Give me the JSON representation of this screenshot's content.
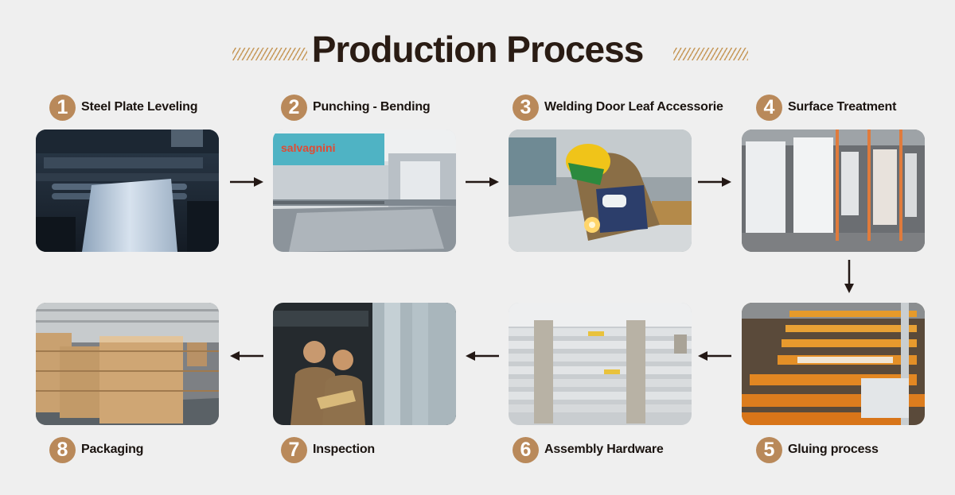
{
  "header": {
    "title": "Production Process"
  },
  "steps": [
    {
      "number": "1",
      "label": "Steel Plate Leveling"
    },
    {
      "number": "2",
      "label": "Punching - Bending"
    },
    {
      "number": "3",
      "label": "Welding Door Leaf Accessorie"
    },
    {
      "number": "4",
      "label": "Surface Treatment"
    },
    {
      "number": "5",
      "label": "Gluing process"
    },
    {
      "number": "6",
      "label": "Assembly Hardware"
    },
    {
      "number": "7",
      "label": "Inspection"
    },
    {
      "number": "8",
      "label": "Packaging"
    }
  ],
  "photo_text": {
    "machine_brand": "salvagnini"
  },
  "colors": {
    "accent": "#b9895a",
    "title": "#2a1c14",
    "background": "#efefef",
    "arrow": "#231815"
  }
}
